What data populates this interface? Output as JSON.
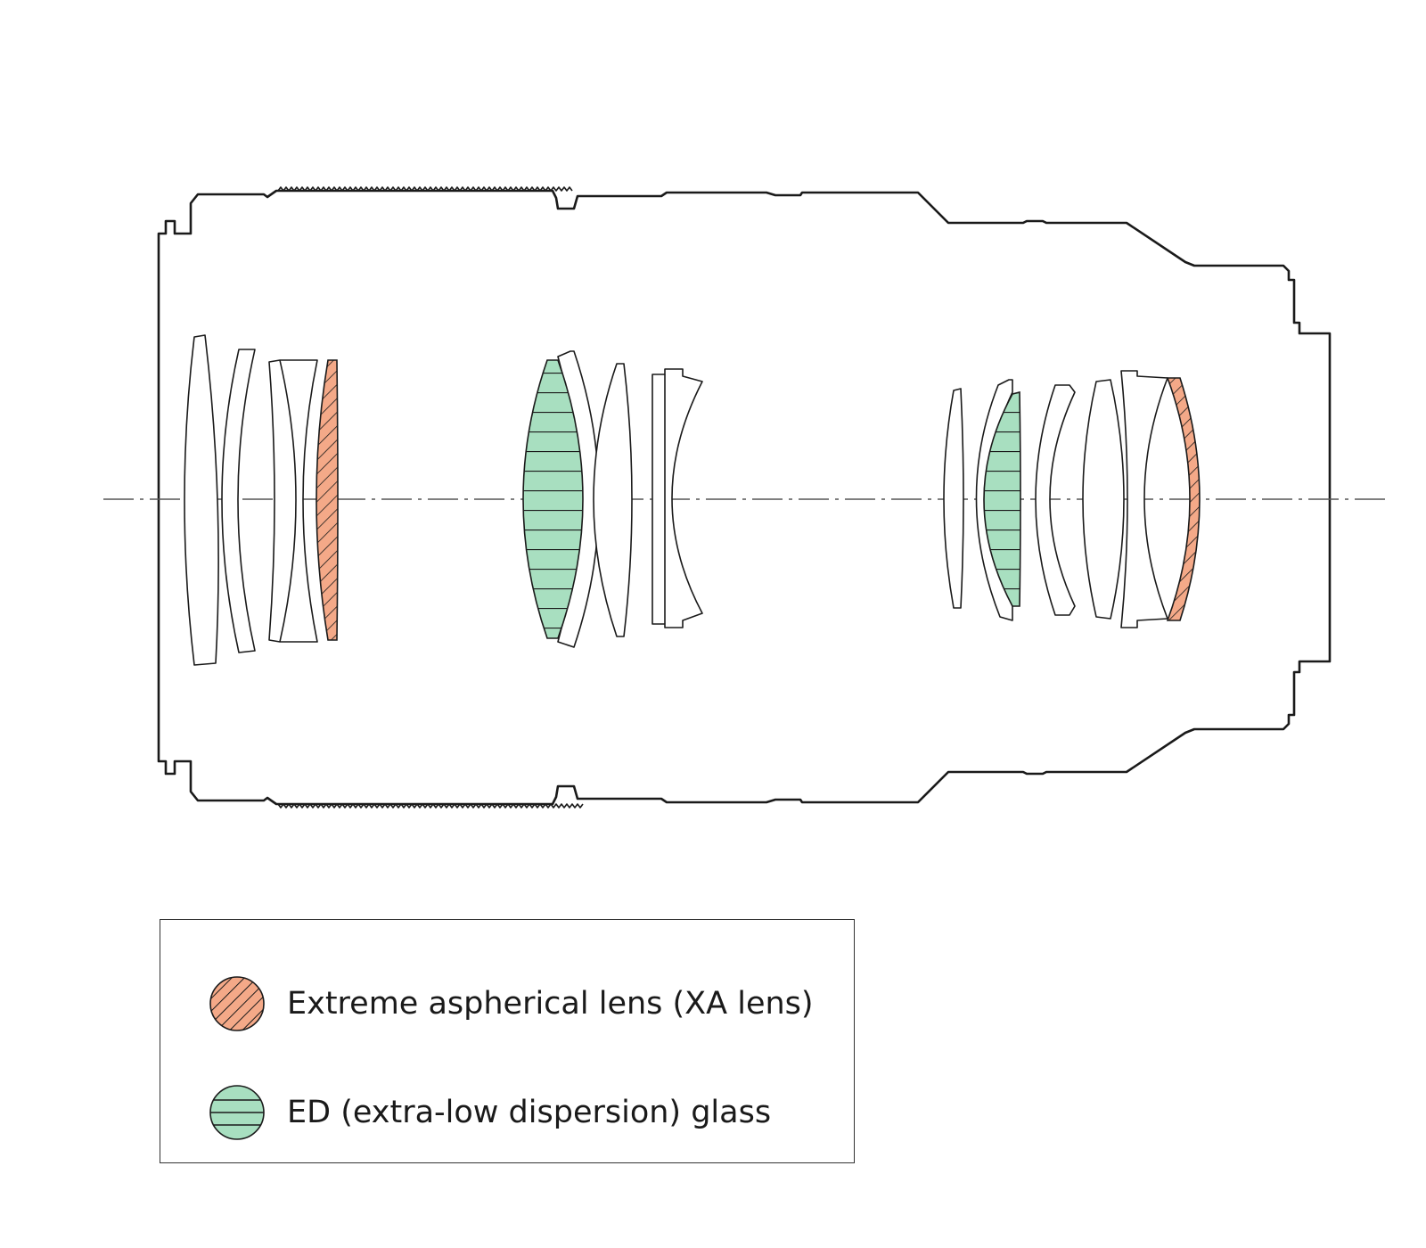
{
  "colors": {
    "xa_fill": "#f4a988",
    "ed_fill": "#a8dfc0",
    "outline": "#1a1a1a"
  },
  "legend": {
    "items": [
      {
        "key": "xa",
        "label": "Extreme aspherical lens (XA lens)",
        "swatch_pattern": "diagonal-hatch",
        "color": "#f4a988"
      },
      {
        "key": "ed",
        "label": "ED (extra-low dispersion) glass",
        "swatch_pattern": "horizontal-lines",
        "color": "#a8dfc0"
      }
    ]
  }
}
